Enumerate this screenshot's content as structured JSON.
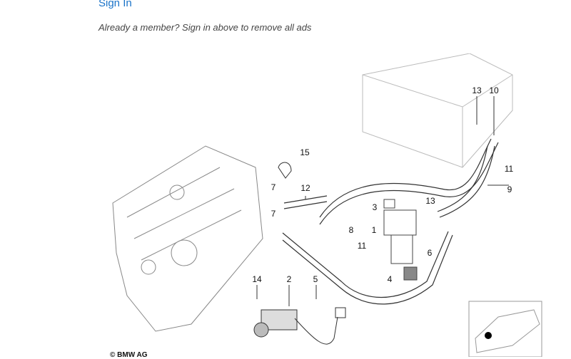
{
  "header": {
    "sign_in_label": "Sign In",
    "member_note": "Already a member? Sign in above to remove all ads"
  },
  "diagram": {
    "copyright": "© BMW AG",
    "part_labels": [
      "13",
      "10",
      "11",
      "9",
      "15",
      "12",
      "7",
      "7",
      "8",
      "3",
      "13",
      "1",
      "11",
      "6",
      "4",
      "5",
      "14",
      "2"
    ]
  }
}
